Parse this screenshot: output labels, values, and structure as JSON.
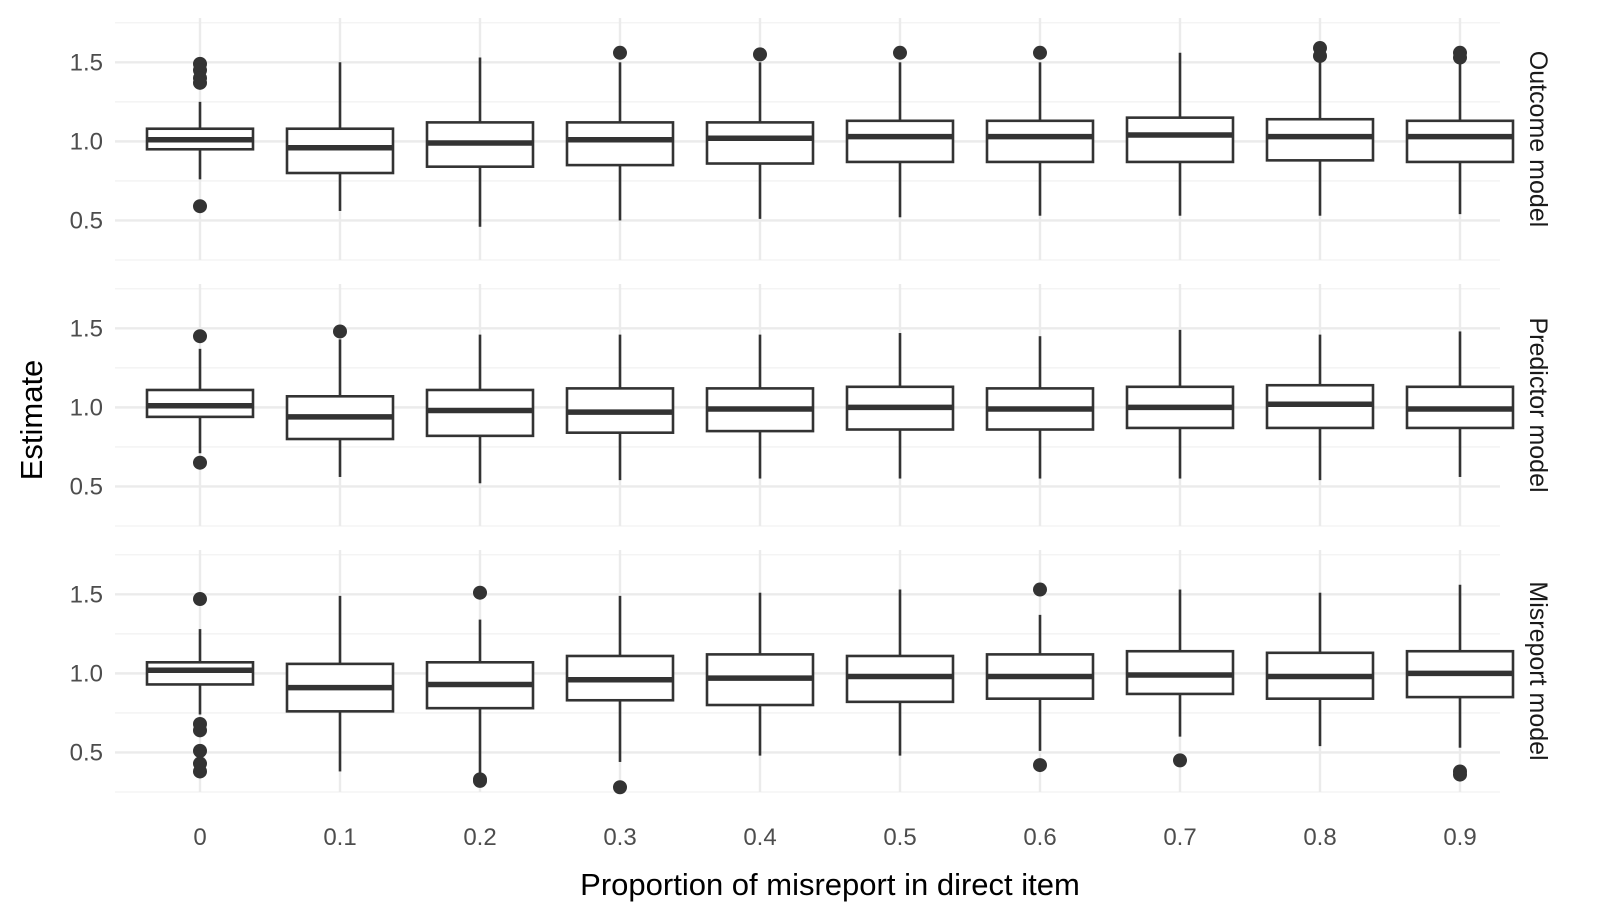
{
  "chart_data": {
    "type": "box",
    "xlabel": "Proportion of misreport in direct item",
    "ylabel": "Estimate",
    "categories": [
      "0",
      "0.1",
      "0.2",
      "0.3",
      "0.4",
      "0.5",
      "0.6",
      "0.7",
      "0.8",
      "0.9"
    ],
    "ylim": [
      0.25,
      1.78
    ],
    "y_ticks": [
      "0.5",
      "1.0",
      "1.5"
    ],
    "grid": true,
    "panels": [
      {
        "label": "Outcome model",
        "boxes": [
          {
            "whisker_low": 0.76,
            "q1": 0.95,
            "median": 1.01,
            "q3": 1.08,
            "whisker_high": 1.25,
            "outliers": [
              1.49,
              1.45,
              1.4,
              1.37,
              0.59
            ]
          },
          {
            "whisker_low": 0.56,
            "q1": 0.8,
            "median": 0.96,
            "q3": 1.08,
            "whisker_high": 1.5,
            "outliers": []
          },
          {
            "whisker_low": 0.46,
            "q1": 0.84,
            "median": 0.99,
            "q3": 1.12,
            "whisker_high": 1.53,
            "outliers": []
          },
          {
            "whisker_low": 0.5,
            "q1": 0.85,
            "median": 1.01,
            "q3": 1.12,
            "whisker_high": 1.5,
            "outliers": [
              1.56
            ]
          },
          {
            "whisker_low": 0.51,
            "q1": 0.86,
            "median": 1.02,
            "q3": 1.12,
            "whisker_high": 1.5,
            "outliers": [
              1.55
            ]
          },
          {
            "whisker_low": 0.52,
            "q1": 0.87,
            "median": 1.03,
            "q3": 1.13,
            "whisker_high": 1.5,
            "outliers": [
              1.56
            ]
          },
          {
            "whisker_low": 0.53,
            "q1": 0.87,
            "median": 1.03,
            "q3": 1.13,
            "whisker_high": 1.5,
            "outliers": [
              1.56
            ]
          },
          {
            "whisker_low": 0.53,
            "q1": 0.87,
            "median": 1.04,
            "q3": 1.15,
            "whisker_high": 1.56,
            "outliers": []
          },
          {
            "whisker_low": 0.53,
            "q1": 0.88,
            "median": 1.03,
            "q3": 1.14,
            "whisker_high": 1.5,
            "outliers": [
              1.59,
              1.54
            ]
          },
          {
            "whisker_low": 0.54,
            "q1": 0.87,
            "median": 1.03,
            "q3": 1.13,
            "whisker_high": 1.5,
            "outliers": [
              1.56,
              1.53
            ]
          }
        ]
      },
      {
        "label": "Predictor model",
        "boxes": [
          {
            "whisker_low": 0.71,
            "q1": 0.94,
            "median": 1.01,
            "q3": 1.11,
            "whisker_high": 1.37,
            "outliers": [
              1.45,
              0.65
            ]
          },
          {
            "whisker_low": 0.56,
            "q1": 0.8,
            "median": 0.94,
            "q3": 1.07,
            "whisker_high": 1.43,
            "outliers": [
              1.48
            ]
          },
          {
            "whisker_low": 0.52,
            "q1": 0.82,
            "median": 0.98,
            "q3": 1.11,
            "whisker_high": 1.46,
            "outliers": []
          },
          {
            "whisker_low": 0.54,
            "q1": 0.84,
            "median": 0.97,
            "q3": 1.12,
            "whisker_high": 1.46,
            "outliers": []
          },
          {
            "whisker_low": 0.55,
            "q1": 0.85,
            "median": 0.99,
            "q3": 1.12,
            "whisker_high": 1.46,
            "outliers": []
          },
          {
            "whisker_low": 0.55,
            "q1": 0.86,
            "median": 1.0,
            "q3": 1.13,
            "whisker_high": 1.47,
            "outliers": []
          },
          {
            "whisker_low": 0.55,
            "q1": 0.86,
            "median": 0.99,
            "q3": 1.12,
            "whisker_high": 1.45,
            "outliers": []
          },
          {
            "whisker_low": 0.55,
            "q1": 0.87,
            "median": 1.0,
            "q3": 1.13,
            "whisker_high": 1.49,
            "outliers": []
          },
          {
            "whisker_low": 0.54,
            "q1": 0.87,
            "median": 1.02,
            "q3": 1.14,
            "whisker_high": 1.46,
            "outliers": []
          },
          {
            "whisker_low": 0.56,
            "q1": 0.87,
            "median": 0.99,
            "q3": 1.13,
            "whisker_high": 1.48,
            "outliers": []
          }
        ]
      },
      {
        "label": "Misreport model",
        "boxes": [
          {
            "whisker_low": 0.74,
            "q1": 0.93,
            "median": 1.02,
            "q3": 1.07,
            "whisker_high": 1.28,
            "outliers": [
              1.47,
              0.68,
              0.64,
              0.51,
              0.43,
              0.38
            ]
          },
          {
            "whisker_low": 0.38,
            "q1": 0.76,
            "median": 0.91,
            "q3": 1.06,
            "whisker_high": 1.49,
            "outliers": []
          },
          {
            "whisker_low": 0.35,
            "q1": 0.78,
            "median": 0.93,
            "q3": 1.07,
            "whisker_high": 1.34,
            "outliers": [
              1.51,
              0.33,
              0.32
            ]
          },
          {
            "whisker_low": 0.44,
            "q1": 0.83,
            "median": 0.96,
            "q3": 1.11,
            "whisker_high": 1.49,
            "outliers": [
              0.28
            ]
          },
          {
            "whisker_low": 0.48,
            "q1": 0.8,
            "median": 0.97,
            "q3": 1.12,
            "whisker_high": 1.51,
            "outliers": []
          },
          {
            "whisker_low": 0.48,
            "q1": 0.82,
            "median": 0.98,
            "q3": 1.11,
            "whisker_high": 1.53,
            "outliers": []
          },
          {
            "whisker_low": 0.51,
            "q1": 0.84,
            "median": 0.98,
            "q3": 1.12,
            "whisker_high": 1.37,
            "outliers": [
              1.53,
              0.42
            ]
          },
          {
            "whisker_low": 0.6,
            "q1": 0.87,
            "median": 0.99,
            "q3": 1.14,
            "whisker_high": 1.53,
            "outliers": [
              0.45
            ]
          },
          {
            "whisker_low": 0.54,
            "q1": 0.84,
            "median": 0.98,
            "q3": 1.13,
            "whisker_high": 1.51,
            "outliers": []
          },
          {
            "whisker_low": 0.53,
            "q1": 0.85,
            "median": 1.0,
            "q3": 1.14,
            "whisker_high": 1.56,
            "outliers": [
              0.38,
              0.36
            ]
          }
        ]
      }
    ]
  }
}
